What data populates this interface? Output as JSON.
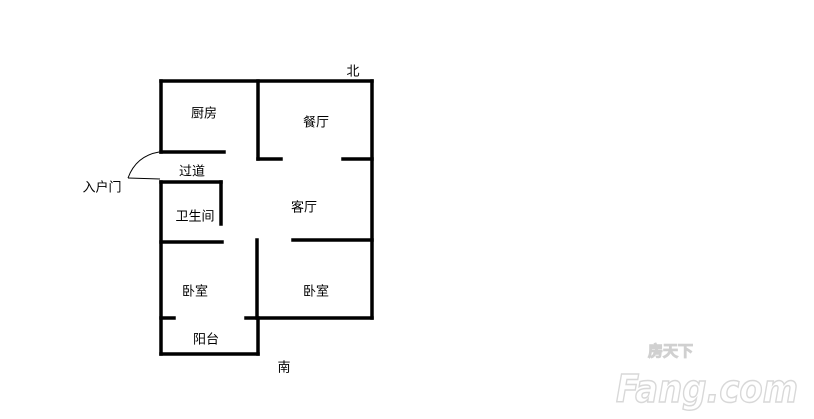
{
  "compass": {
    "north": "北",
    "south": "南"
  },
  "rooms": {
    "kitchen": "厨房",
    "dining": "餐厅",
    "corridor": "过道",
    "bathroom": "卫生间",
    "living": "客厅",
    "bedroom_west": "卧室",
    "bedroom_east": "卧室",
    "balcony": "阳台"
  },
  "entrance": "入户门",
  "watermark": {
    "brand_cn": "房天下",
    "brand_en": "Fang.com"
  },
  "colors": {
    "wall": "#000000",
    "background": "#ffffff",
    "watermark": "#d8d8d8"
  }
}
